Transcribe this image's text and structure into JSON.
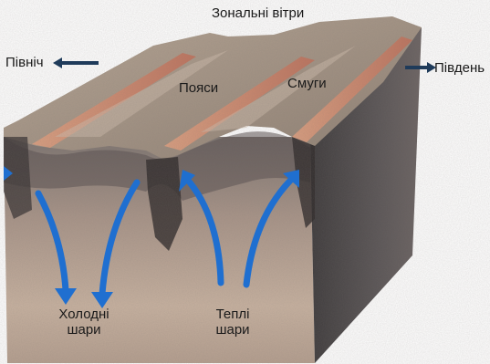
{
  "labels": {
    "zonal_winds": "Зональні вітри",
    "north": "Північ",
    "south": "Південь",
    "belts": "Пояси",
    "zones": "Смуги",
    "cold_layers_line1": "Холодні",
    "cold_layers_line2": "шари",
    "warm_layers_line1": "Теплі",
    "warm_layers_line2": "шари"
  },
  "colors": {
    "arrow_blue": "#1f6fd0",
    "direction_arrow": "#1f3b5a",
    "belt_stripe": "#d88a6a",
    "block_front": "#b8a394",
    "block_side": "#4a4748",
    "block_top": "#9a8a7e"
  }
}
